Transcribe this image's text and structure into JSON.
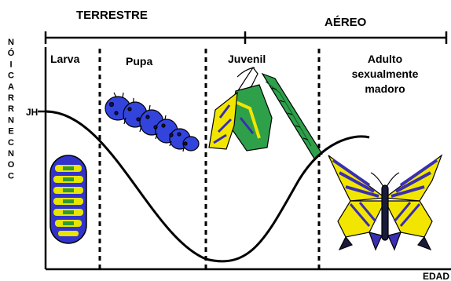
{
  "phases": {
    "terrestrial": "TERRESTRE",
    "aerial": "AÉREO"
  },
  "stages": {
    "larva": "Larva",
    "pupa": "Pupa",
    "juvenile": "Juvenil",
    "adult_line1": "Adulto",
    "adult_line2": "sexualmente",
    "adult_line3": "madoro"
  },
  "axes": {
    "y_label": "NÓICARRNECNOC",
    "y_marker": "JH",
    "x_label": "EDAD"
  },
  "colors": {
    "curve": "#000000",
    "larva_body": "#3333cc",
    "larva_band": "#e6e600",
    "larva_green": "#339933",
    "pupa_body": "#3344dd",
    "pupa_dark": "#111166",
    "emerging_green": "#2ea04a",
    "wing_yellow": "#f2e600",
    "wing_blue": "#3a2fb0",
    "wing_dark": "#1a1a3a"
  }
}
